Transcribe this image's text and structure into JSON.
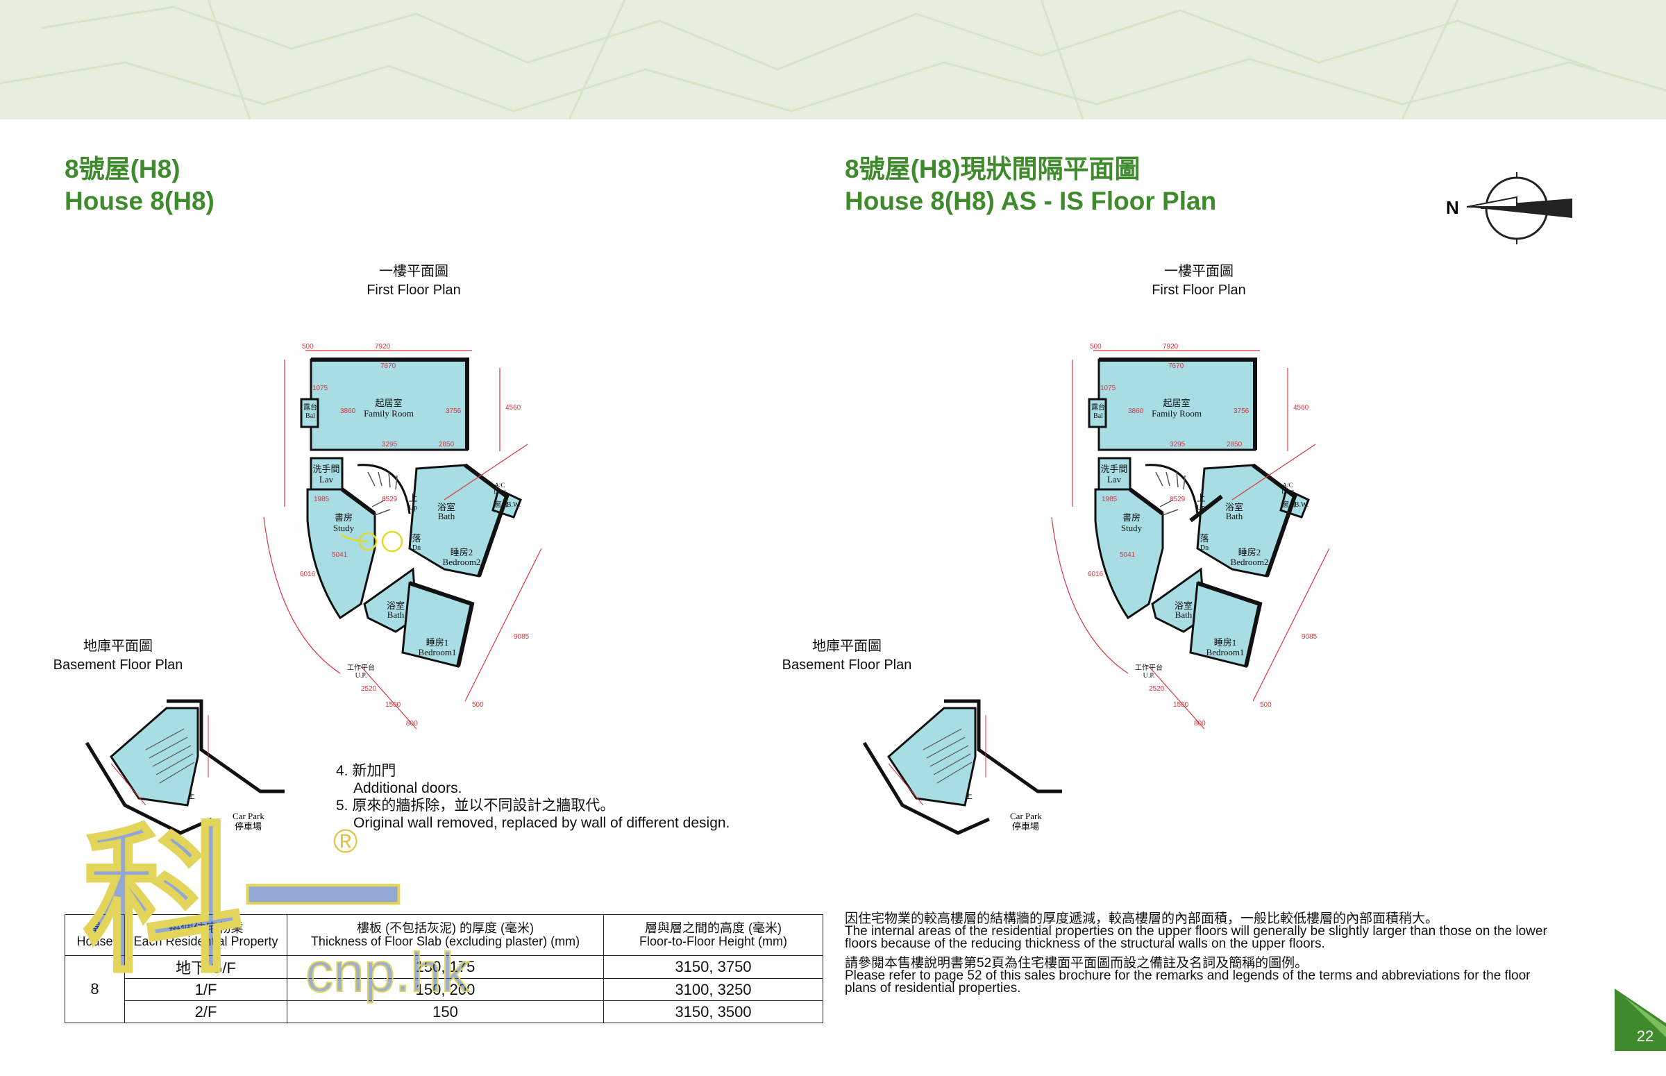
{
  "left_title": {
    "zh": "8號屋(H8)",
    "en": "House 8(H8)"
  },
  "right_title": {
    "zh": "8號屋(H8)現狀間隔平面圖",
    "en": "House 8(H8) AS - IS Floor Plan"
  },
  "first_floor": {
    "zh": "一樓平面圖",
    "en": "First Floor Plan"
  },
  "basement": {
    "zh": "地庫平面圖",
    "en": "Basement Floor Plan"
  },
  "rooms": {
    "family_zh": "起居室",
    "family_en": "Family Room",
    "lav_zh": "洗手間",
    "lav_en": "Lav",
    "study_zh": "書房",
    "study_en": "Study",
    "bath_zh": "浴室",
    "bath_en": "Bath",
    "bed2_zh": "睡房2",
    "bed2_en": "Bedroom2",
    "bed1_zh": "睡房1",
    "bed1_en": "Bedroom1",
    "bal_zh": "露台",
    "bal_en": "Bal",
    "bw_zh": "窗台",
    "bw_en": "B.W.",
    "up": "上",
    "up_en": "Up",
    "dn": "落",
    "dn_en": "Dn",
    "ac": "A/C",
    "duct": "Duct",
    "up_platform_zh": "工作平台",
    "up_platform_en": "U.P.",
    "carpark_en": "Car Park",
    "carpark_zh": "停車場"
  },
  "dims": {
    "top": "7920",
    "inner": "7670",
    "d500": "500",
    "d3295": "3295",
    "d2850": "2850",
    "d1075": "1075",
    "d3860": "3860",
    "d3756": "3756",
    "d4560": "4560",
    "d1985": "1985",
    "d8529": "8529",
    "d5041": "5041",
    "d6016": "6016",
    "d9085": "9085",
    "d2520": "2520",
    "d1500": "1500",
    "d800": "800",
    "d500b": "500"
  },
  "notes": [
    {
      "zh": "4. 新加門",
      "en": "Additional doors."
    },
    {
      "zh": "5. 原來的牆拆除，並以不同設計之牆取代。",
      "en": "Original wall removed, replaced by wall of different design."
    }
  ],
  "table": {
    "headers": [
      {
        "zh": "屋",
        "en": "House"
      },
      {
        "zh": "每個住宅物業",
        "en": "Each Residential Property"
      },
      {
        "zh": "樓板 (不包括灰泥) 的厚度 (毫米)",
        "en": "Thickness of Floor Slab (excluding plaster) (mm)"
      },
      {
        "zh": "層與層之間的高度 (毫米)",
        "en": "Floor-to-Floor Height (mm)"
      }
    ],
    "house": "8",
    "rows": [
      {
        "floor": "地下 G/F",
        "slab": "150, 175",
        "height": "3150, 3750"
      },
      {
        "floor": "1/F",
        "slab": "150, 200",
        "height": "3100, 3250"
      },
      {
        "floor": "2/F",
        "slab": "150",
        "height": "3150, 3500"
      }
    ]
  },
  "legend": {
    "p1_zh": "因住宅物業的較高樓層的結構牆的厚度遞減，較高樓層的內部面積，一般比較低樓層的內部面積稍大。",
    "p1_en": "The internal areas of the residential properties on the upper floors will generally be slightly larger than those on the lower floors because of the reducing thickness of the structural walls on the upper floors.",
    "p2_zh": "請參閱本售樓說明書第52頁為住宅樓面平面圖而設之備註及名詞及簡稱的圖例。",
    "p2_en": "Please refer to page 52 of this sales brochure for the remarks and legends of the terms and abbreviations for the floor plans of residential properties."
  },
  "compass_label": "N",
  "watermark": {
    "chars": "科一",
    "sub": "cnp.hk",
    "reg": "®"
  },
  "page_number": "22",
  "colors": {
    "title_green": "#3f8a2c",
    "room_fill": "#a8dde4",
    "dim_red": "#d9363e",
    "banner": "#e6efde"
  }
}
